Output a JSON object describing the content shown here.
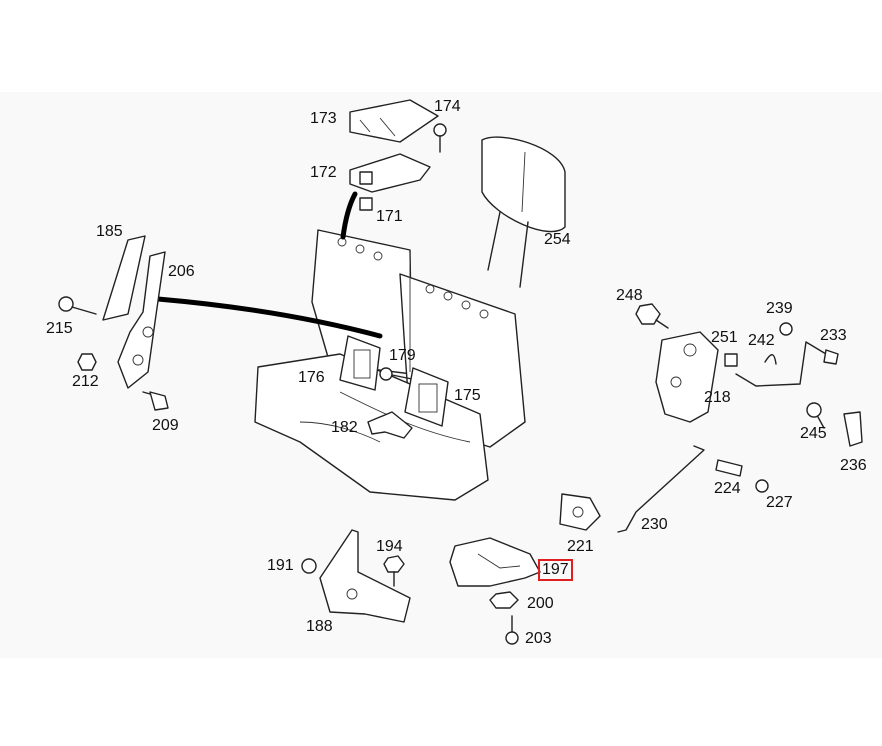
{
  "diagram": {
    "highlight_color": "#e02020",
    "parts": [
      {
        "id": "173",
        "label": "173"
      },
      {
        "id": "174",
        "label": "174"
      },
      {
        "id": "172",
        "label": "172"
      },
      {
        "id": "171",
        "label": "171"
      },
      {
        "id": "254",
        "label": "254"
      },
      {
        "id": "185",
        "label": "185"
      },
      {
        "id": "206",
        "label": "206"
      },
      {
        "id": "215",
        "label": "215"
      },
      {
        "id": "212",
        "label": "212"
      },
      {
        "id": "209",
        "label": "209"
      },
      {
        "id": "179",
        "label": "179"
      },
      {
        "id": "176",
        "label": "176"
      },
      {
        "id": "175",
        "label": "175"
      },
      {
        "id": "182",
        "label": "182"
      },
      {
        "id": "248",
        "label": "248"
      },
      {
        "id": "239",
        "label": "239"
      },
      {
        "id": "251",
        "label": "251"
      },
      {
        "id": "242",
        "label": "242"
      },
      {
        "id": "233",
        "label": "233"
      },
      {
        "id": "218",
        "label": "218"
      },
      {
        "id": "245",
        "label": "245"
      },
      {
        "id": "236",
        "label": "236"
      },
      {
        "id": "224",
        "label": "224"
      },
      {
        "id": "227",
        "label": "227"
      },
      {
        "id": "221",
        "label": "221"
      },
      {
        "id": "230",
        "label": "230"
      },
      {
        "id": "191",
        "label": "191"
      },
      {
        "id": "194",
        "label": "194"
      },
      {
        "id": "188",
        "label": "188"
      },
      {
        "id": "197",
        "label": "197",
        "highlighted": true
      },
      {
        "id": "200",
        "label": "200"
      },
      {
        "id": "203",
        "label": "203"
      }
    ]
  }
}
